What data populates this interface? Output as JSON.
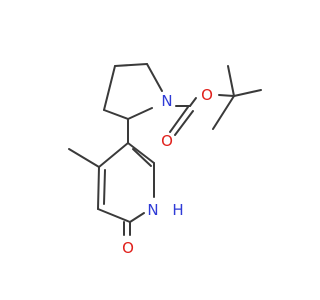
{
  "molecule": {
    "atoms": [
      {
        "id": "n_pyrrolidine",
        "symbol": "N",
        "element": "nitrogen"
      },
      {
        "id": "o_ether",
        "symbol": "O",
        "element": "oxygen"
      },
      {
        "id": "o_carbonyl",
        "symbol": "O",
        "element": "oxygen"
      },
      {
        "id": "n_pyridinone",
        "symbol": "N",
        "element": "nitrogen"
      },
      {
        "id": "h_pyridinone",
        "symbol": "H",
        "element": "hydrogen"
      },
      {
        "id": "o_keto",
        "symbol": "O",
        "element": "oxygen"
      }
    ]
  },
  "colors": {
    "bond": "#3a3a3a",
    "nitrogen": "#2f3bd6",
    "oxygen": "#e0201b"
  }
}
